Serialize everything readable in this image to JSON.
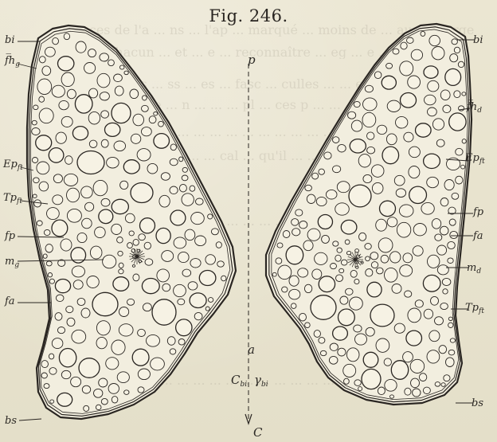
{
  "figure": {
    "title": "Fig. 246."
  },
  "labels": {
    "left": [
      {
        "id": "bi-left",
        "main": "bi",
        "sub": ""
      },
      {
        "id": "fg",
        "main": "f̅h",
        "sub": "g"
      },
      {
        "id": "epft-left",
        "main": "Ep",
        "sub": "ft"
      },
      {
        "id": "tpft-left",
        "main": "Tp",
        "sub": "ft"
      },
      {
        "id": "fp-left",
        "main": "fp",
        "sub": ""
      },
      {
        "id": "mg",
        "main": "m",
        "sub": "g"
      },
      {
        "id": "fa-left",
        "main": "fa",
        "sub": ""
      },
      {
        "id": "bs-left",
        "main": "bs",
        "sub": ""
      }
    ],
    "right": [
      {
        "id": "bi-right",
        "main": "bi",
        "sub": ""
      },
      {
        "id": "fd",
        "main": "f̅h",
        "sub": "d"
      },
      {
        "id": "epft-right",
        "main": "Ep",
        "sub": "ft"
      },
      {
        "id": "fp-right",
        "main": "fp",
        "sub": ""
      },
      {
        "id": "fa-right",
        "main": "fa",
        "sub": ""
      },
      {
        "id": "md",
        "main": "m",
        "sub": "d"
      },
      {
        "id": "tpft-right",
        "main": "Tp",
        "sub": "ft"
      },
      {
        "id": "bs-right",
        "main": "bs",
        "sub": ""
      }
    ],
    "axis": {
      "p": "p",
      "a": "a",
      "cbi_left": "C",
      "cbi_left_sub": "bi",
      "gamma": "γ",
      "gamma_sub": "bi",
      "c": "C"
    }
  },
  "bleed_text": [
    "t ... ces de l'a ... ns ... l'ap ... marqué ... moins de ... au ... marge",
    "peu ... chacun ... et ... e ... reconnaître ... eg ... e ... esp",
    "s'é ... s ... ins ... ss ... es ... fasc ... culles ... ... es",
    "... le ... eu ... re ... n ... ... ... pl ... ces p ... ... ... ... ... ...",
    "... ... ... ... ... ... ... ... ... ... ... ... ... ... ... ... ... ...",
    "pas ... ... ... ... ... ... ... ... cal ... qu'il ... ... ... ... ...",
    "dent ... ... ... ... ... ... ... ... ... ... ... ... ... ... ... ... ...",
    "encore ... ... ... ... ... ... ... ... ... ... ... ... ... ... ... ... ..."
  ],
  "colors": {
    "paper": "#e9e4cf",
    "ink": "#2a2622"
  }
}
